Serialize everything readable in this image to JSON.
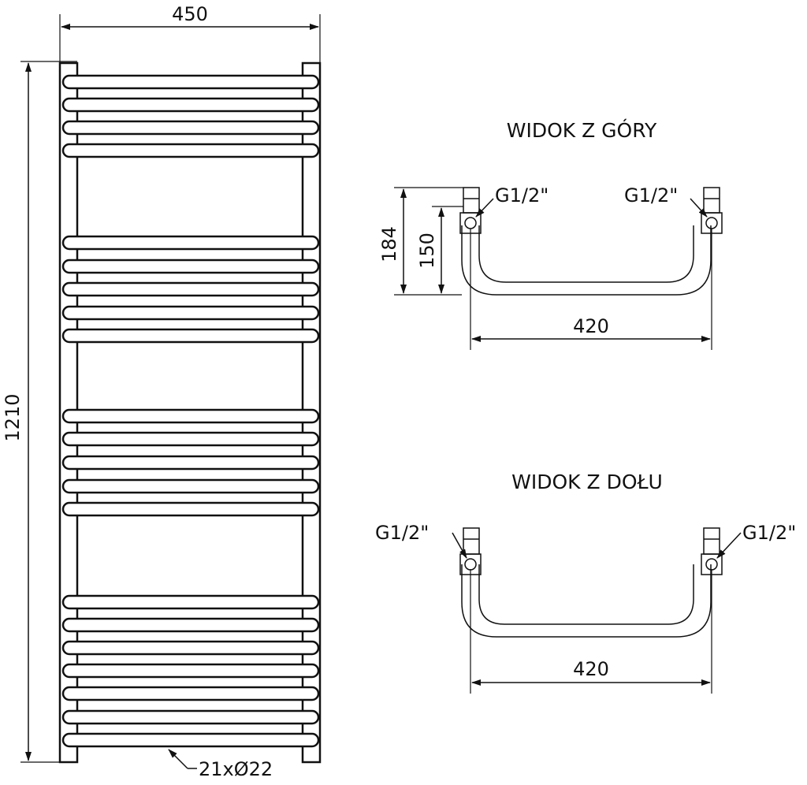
{
  "front_view": {
    "width_label": "450",
    "height_label": "1210",
    "tube_label": "21xØ22",
    "bar_count": 21
  },
  "top_view": {
    "title": "WIDOK Z GÓRY",
    "left_connector": "G1/2\"",
    "right_connector": "G1/2\"",
    "depth_outer": "184",
    "depth_inner": "150",
    "spacing": "420"
  },
  "bottom_view": {
    "title": "WIDOK Z DOŁU",
    "left_connector": "G1/2\"",
    "right_connector": "G1/2\"",
    "spacing": "420"
  }
}
